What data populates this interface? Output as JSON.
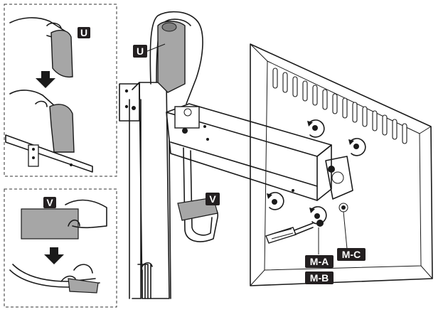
{
  "labels": {
    "u_inset": "U",
    "v_inset": "V",
    "u_main": "U",
    "v_main": "V",
    "ma": "M-A",
    "mb": "M-B",
    "mc": "M-C"
  },
  "colors": {
    "label_bg": "#231f20",
    "label_text": "#ffffff",
    "sticker_gray": "#a6a6a6",
    "line": "#1a1a1a"
  }
}
